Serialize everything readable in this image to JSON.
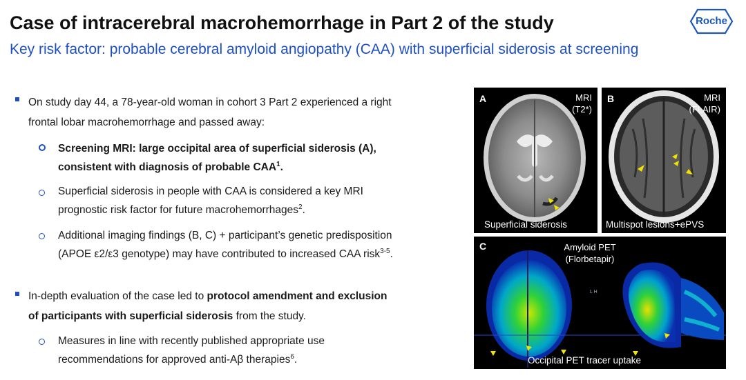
{
  "header": {
    "title": "Case of intracerebral macrohemorrhage in Part 2 of the study",
    "subtitle": "Key risk factor: probable cerebral amyloid angiopathy (CAA) with superficial siderosis at screening",
    "logo_text": "Roche"
  },
  "bullets": {
    "b1_line1": "On study day 44, a 78-year-old woman in cohort 3 Part 2 experienced a right",
    "b1_line2": "frontal lobar macrohemorrhage and passed away:",
    "s1_line1": "Screening MRI: large occipital area of superficial siderosis (A),",
    "s1_line2": "consistent with diagnosis of probable CAA",
    "s1_sup": "1",
    "s1_end": ".",
    "s2_line1": "Superficial siderosis in people with CAA is considered a key MRI",
    "s2_line2": "prognostic risk factor for future macrohemorrhages",
    "s2_sup": "2",
    "s2_end": ".",
    "s3_line1": "Additional imaging findings (B, C) + participant’s genetic predisposition",
    "s3_line2": "(APOE ε2/ε3 genotype) may have contributed to  increased CAA risk",
    "s3_sup": "3-5",
    "s3_end": ".",
    "b2_pre": "In-depth evaluation of the case led to ",
    "b2_bold1": "protocol amendment and exclusion",
    "b2_bold2": "of participants with superficial siderosis",
    "b2_post": " from the study.",
    "s4_line1": "Measures in line with recently published  appropriate use",
    "s4_line2": "recommendations for approved anti-Aβ therapies",
    "s4_sup": "6",
    "s4_end": "."
  },
  "panels": {
    "a": {
      "letter": "A",
      "tag_line1": "MRI",
      "tag_line2": "(T2*)",
      "caption": "Superficial siderosis"
    },
    "b": {
      "letter": "B",
      "tag_line1": "MRI",
      "tag_line2": "(FLAIR)",
      "caption": "Multispot lesions+ePVS"
    },
    "c": {
      "letter": "C",
      "tag_line1": "Amyloid PET",
      "tag_line2": "(Florbetapir)",
      "caption": "Occipital PET tracer uptake",
      "small_mark": "L H"
    }
  },
  "colors": {
    "accent": "#1e4fc2",
    "title": "#111111",
    "arrow": "#f2e200"
  }
}
